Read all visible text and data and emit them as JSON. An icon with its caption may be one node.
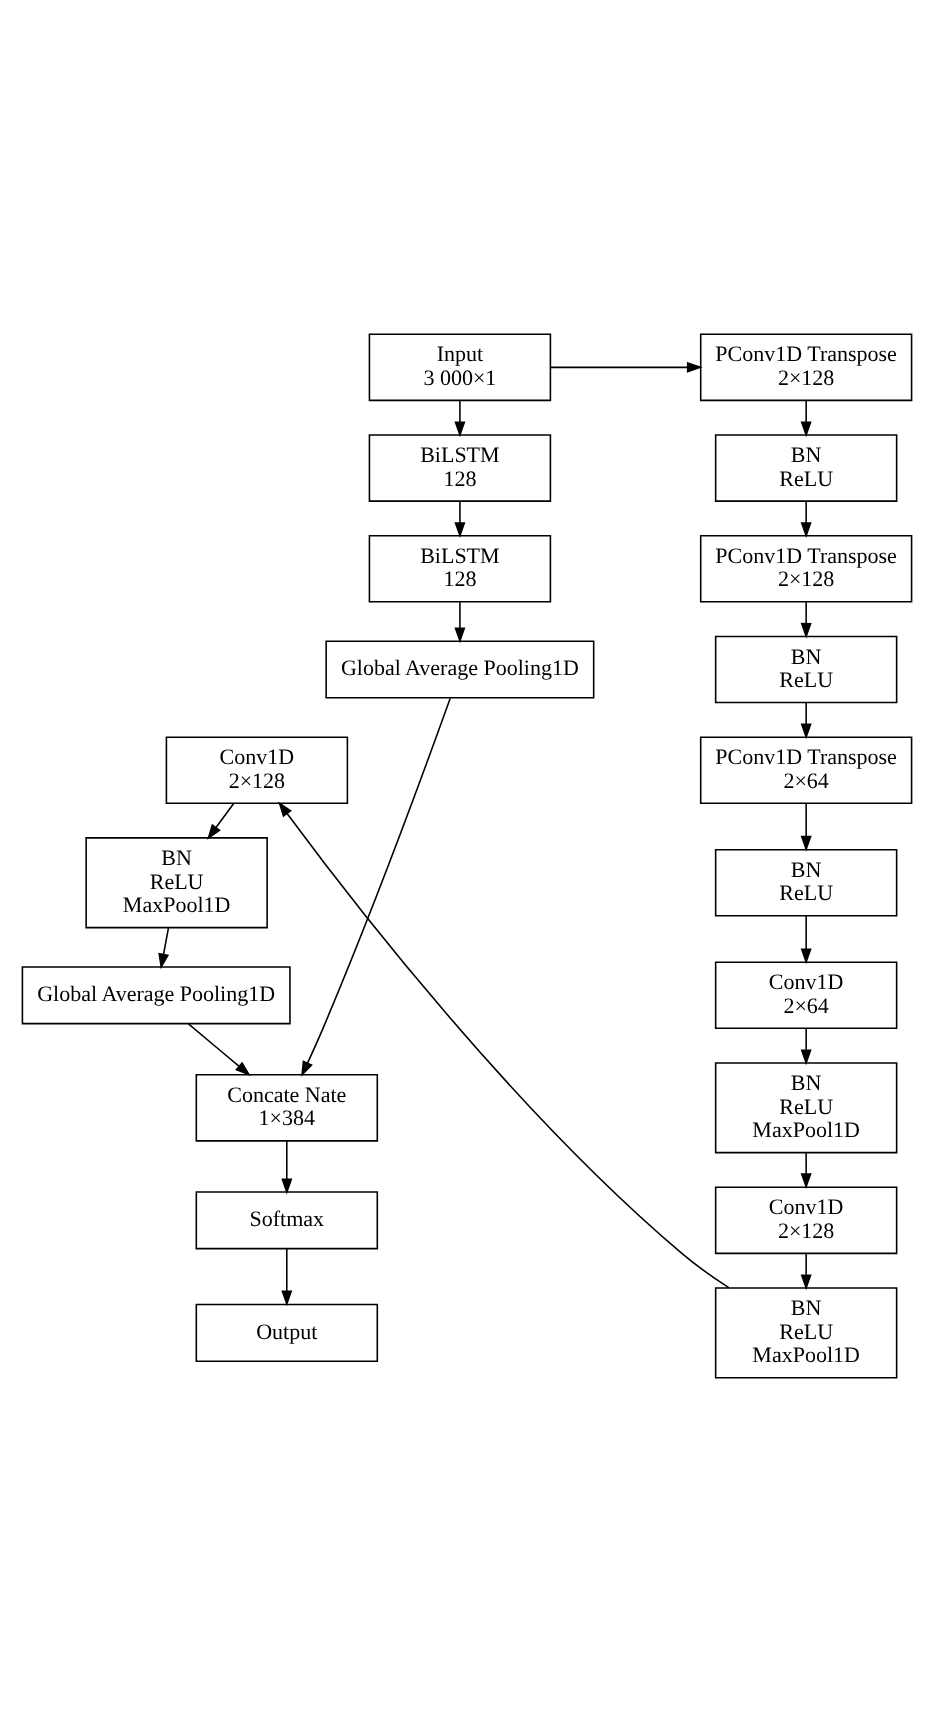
{
  "diagram": {
    "nodes": [
      {
        "text": [
          "Input",
          "3 000×1"
        ]
      },
      {
        "text": [
          "BiLSTM",
          "128"
        ]
      },
      {
        "text": [
          "BiLSTM",
          "128"
        ]
      },
      {
        "text": [
          "Global Average Pooling1D"
        ]
      },
      {
        "text": [
          "Conv1D",
          "2×128"
        ]
      },
      {
        "text": [
          "BN",
          "ReLU",
          "MaxPool1D"
        ]
      },
      {
        "text": [
          "Global Average Pooling1D"
        ]
      },
      {
        "text": [
          "Concate Nate",
          "1×384"
        ]
      },
      {
        "text": [
          "Softmax"
        ]
      },
      {
        "text": [
          "Output"
        ]
      },
      {
        "text": [
          "PConv1D Transpose",
          "2×128"
        ]
      },
      {
        "text": [
          "BN",
          "ReLU"
        ]
      },
      {
        "text": [
          "PConv1D Transpose",
          "2×128"
        ]
      },
      {
        "text": [
          "BN",
          "ReLU"
        ]
      },
      {
        "text": [
          "PConv1D Transpose",
          "2×64"
        ]
      },
      {
        "text": [
          "BN",
          "ReLU"
        ]
      },
      {
        "text": [
          "Conv1D",
          "2×64"
        ]
      },
      {
        "text": [
          "BN",
          "ReLU",
          "MaxPool1D"
        ]
      },
      {
        "text": [
          "Conv1D",
          "2×128"
        ]
      },
      {
        "text": [
          "BN",
          "ReLU",
          "MaxPool1D"
        ]
      }
    ],
    "edges": [
      {
        "from": 0,
        "to": 1,
        "arrow": "to"
      },
      {
        "from": 1,
        "to": 2,
        "arrow": "to"
      },
      {
        "from": 2,
        "to": 3,
        "arrow": "to"
      },
      {
        "from": 3,
        "to": 7,
        "arrow": "to"
      },
      {
        "from": 0,
        "to": 10,
        "arrow": "to"
      },
      {
        "from": 10,
        "to": 11,
        "arrow": "to"
      },
      {
        "from": 11,
        "to": 12,
        "arrow": "to"
      },
      {
        "from": 12,
        "to": 13,
        "arrow": "to"
      },
      {
        "from": 13,
        "to": 14,
        "arrow": "to"
      },
      {
        "from": 14,
        "to": 15,
        "arrow": "to"
      },
      {
        "from": 15,
        "to": 16,
        "arrow": "to"
      },
      {
        "from": 16,
        "to": 17,
        "arrow": "to"
      },
      {
        "from": 17,
        "to": 18,
        "arrow": "to"
      },
      {
        "from": 18,
        "to": 19,
        "arrow": "to"
      },
      {
        "from": 19,
        "to": 4,
        "arrow": "to"
      },
      {
        "from": 4,
        "to": 5,
        "arrow": "to"
      },
      {
        "from": 5,
        "to": 6,
        "arrow": "to"
      },
      {
        "from": 6,
        "to": 7,
        "arrow": "to"
      },
      {
        "from": 7,
        "to": 8,
        "arrow": "to"
      },
      {
        "from": 8,
        "to": 9,
        "arrow": "to"
      }
    ]
  }
}
